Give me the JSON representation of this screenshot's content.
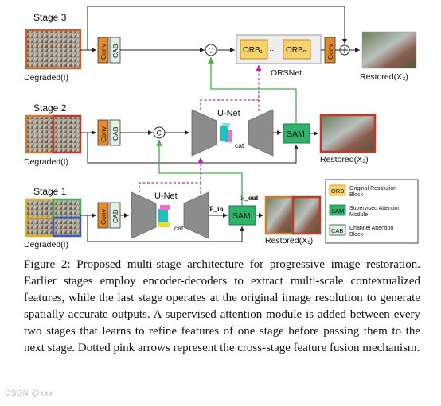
{
  "stages": [
    {
      "label": "Stage 3",
      "input_label": "Degraded(I)",
      "output_label": "Restored(X₃)"
    },
    {
      "label": "Stage 2",
      "input_label": "Degraded(I)",
      "output_label": "Restored(X₂)"
    },
    {
      "label": "Stage 1",
      "input_label": "Degraded(I)",
      "output_label": "Restored(X₁)"
    }
  ],
  "blocks": {
    "conv": "Conv",
    "cab": "CAB",
    "unet": "U-Net",
    "sam": "SAM",
    "concat": "C",
    "cat": "cat",
    "orsnet": "ORSNet",
    "orb1": "ORB₁",
    "orbn": "ORBₙ",
    "dots": "···",
    "f_in": "F_in",
    "f_out": "F_out"
  },
  "legend": [
    {
      "tag": "ORB",
      "text": "Original Resolution Block",
      "color": "#f6d36b"
    },
    {
      "tag": "SAM",
      "text": "Supervised Attention Module",
      "color": "#2fb36b"
    },
    {
      "tag": "CAB",
      "text": "Channel Attention Block",
      "color": "#dff2df"
    }
  ],
  "caption": {
    "label": "Figure 2:",
    "text": "Proposed multi-stage architecture for progressive image restoration. Earlier stages employ encoder-decoders to extract multi-scale contextualized features, while the last stage operates at the original image resolution to generate spatially accurate outputs. A supervised attention module is added between every two stages that learns to refine features of one stage before passing them to the next stage. Dotted pink arrows represent the cross-stage feature fusion mechanism."
  },
  "watermark": "CSDN @xxx",
  "colors": {
    "conv": "#e58a2b",
    "sam": "#2fb36b",
    "green_line": "#3cb43c",
    "pink": "#c020c0",
    "unet": "#8c8c8c"
  }
}
